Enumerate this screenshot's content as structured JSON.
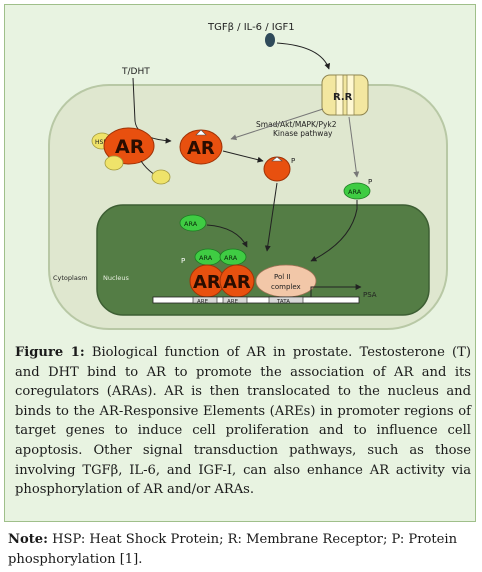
{
  "diagram": {
    "ligand_label": "TGFβ / IL-6 / IGF1",
    "testosterone_label": "T/DHT",
    "receptor_label": "R.R",
    "pathway_label_line1": "Smad/Akt/MAPK/Pyk2",
    "pathway_label_line2": "Kinase pathway",
    "ar_label": "AR",
    "hsp_label": "HSP",
    "ara_label": "ARA",
    "p_label": "P",
    "cytoplasm_label": "Cytoplasm",
    "nucleus_label": "Nucleus",
    "pol_label_line1": "Pol II",
    "pol_label_line2": "complex",
    "are_label": "ARE",
    "tata_label": "TATA",
    "psa_label": "PSA"
  },
  "caption": {
    "label": "Figure 1:",
    "text": "Biological function of AR in prostate. Testosterone (T) and DHT bind to AR to promote the association of AR and its coregulators (ARAs). AR is then translocated to the nucleus and binds to the AR-Responsive Elements (AREs) in promoter regions of target genes to induce cell proliferation and to influence cell apoptosis. Other signal transduction pathways, such as those involving TGFβ, IL-6, and IGF-I, can also enhance AR activity via phosphorylation of AR and/or ARAs."
  },
  "note": {
    "label": "Note:",
    "text": "HSP: Heat Shock Protein; R: Membrane Receptor; P: Protein phosphorylation [1]."
  },
  "colors": {
    "figure_bg": "#e8f3e1",
    "cell_fill": "#dfe7cf",
    "nucleus_fill": "#547d45",
    "ar_fill": "#e8500f",
    "ara_fill": "#3fcc43",
    "hsp_fill": "#efe36a",
    "pol_fill": "#f2c7a8",
    "receptor_fill": "#f3e7a0"
  }
}
